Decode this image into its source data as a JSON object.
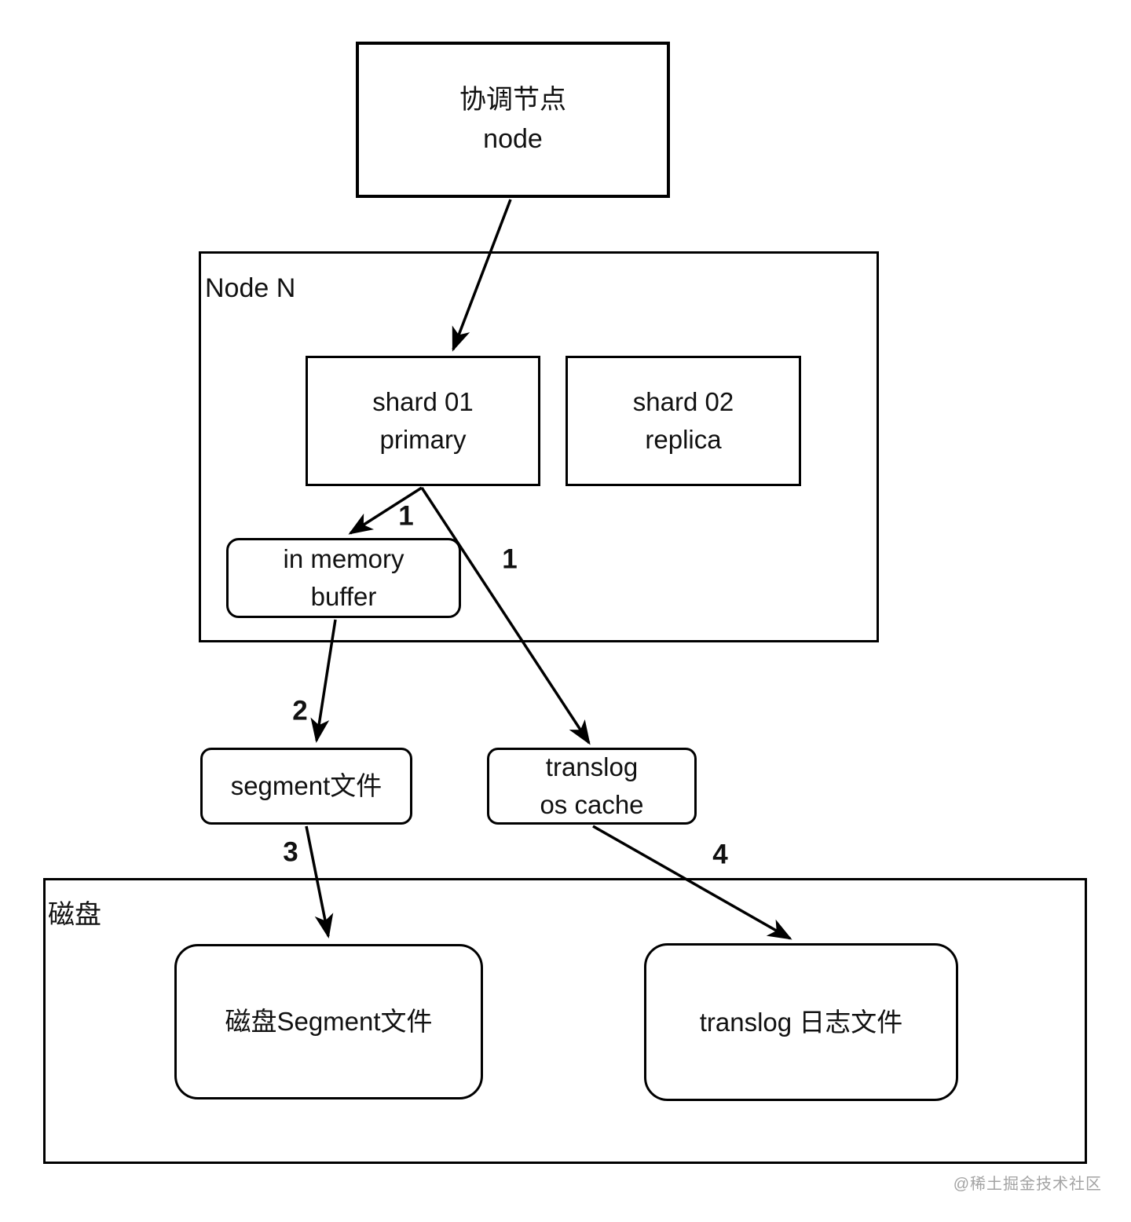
{
  "diagram": {
    "background_color": "#ffffff",
    "stroke_color": "#000000",
    "nodes": {
      "coordinator": {
        "line1": "协调节点",
        "line2": "node"
      },
      "node_n_label": "Node N",
      "shard01": {
        "line1": "shard 01",
        "line2": "primary"
      },
      "shard02": {
        "line1": "shard 02",
        "line2": "replica"
      },
      "in_memory_buffer": {
        "line1": "in memory",
        "line2": "buffer"
      },
      "segment_file": {
        "line1": "segment文件"
      },
      "translog_os_cache": {
        "line1": "translog",
        "line2": "os cache"
      },
      "disk_label": "磁盘",
      "disk_segment_file": {
        "line1": "磁盘Segment文件"
      },
      "translog_log_file": {
        "line1": "translog 日志文件"
      }
    },
    "edge_labels": {
      "step1_to_buffer": "1",
      "step1_to_translog": "1",
      "step2": "2",
      "step3": "3",
      "step4": "4"
    },
    "watermark": "@稀土掘金技术社区"
  }
}
